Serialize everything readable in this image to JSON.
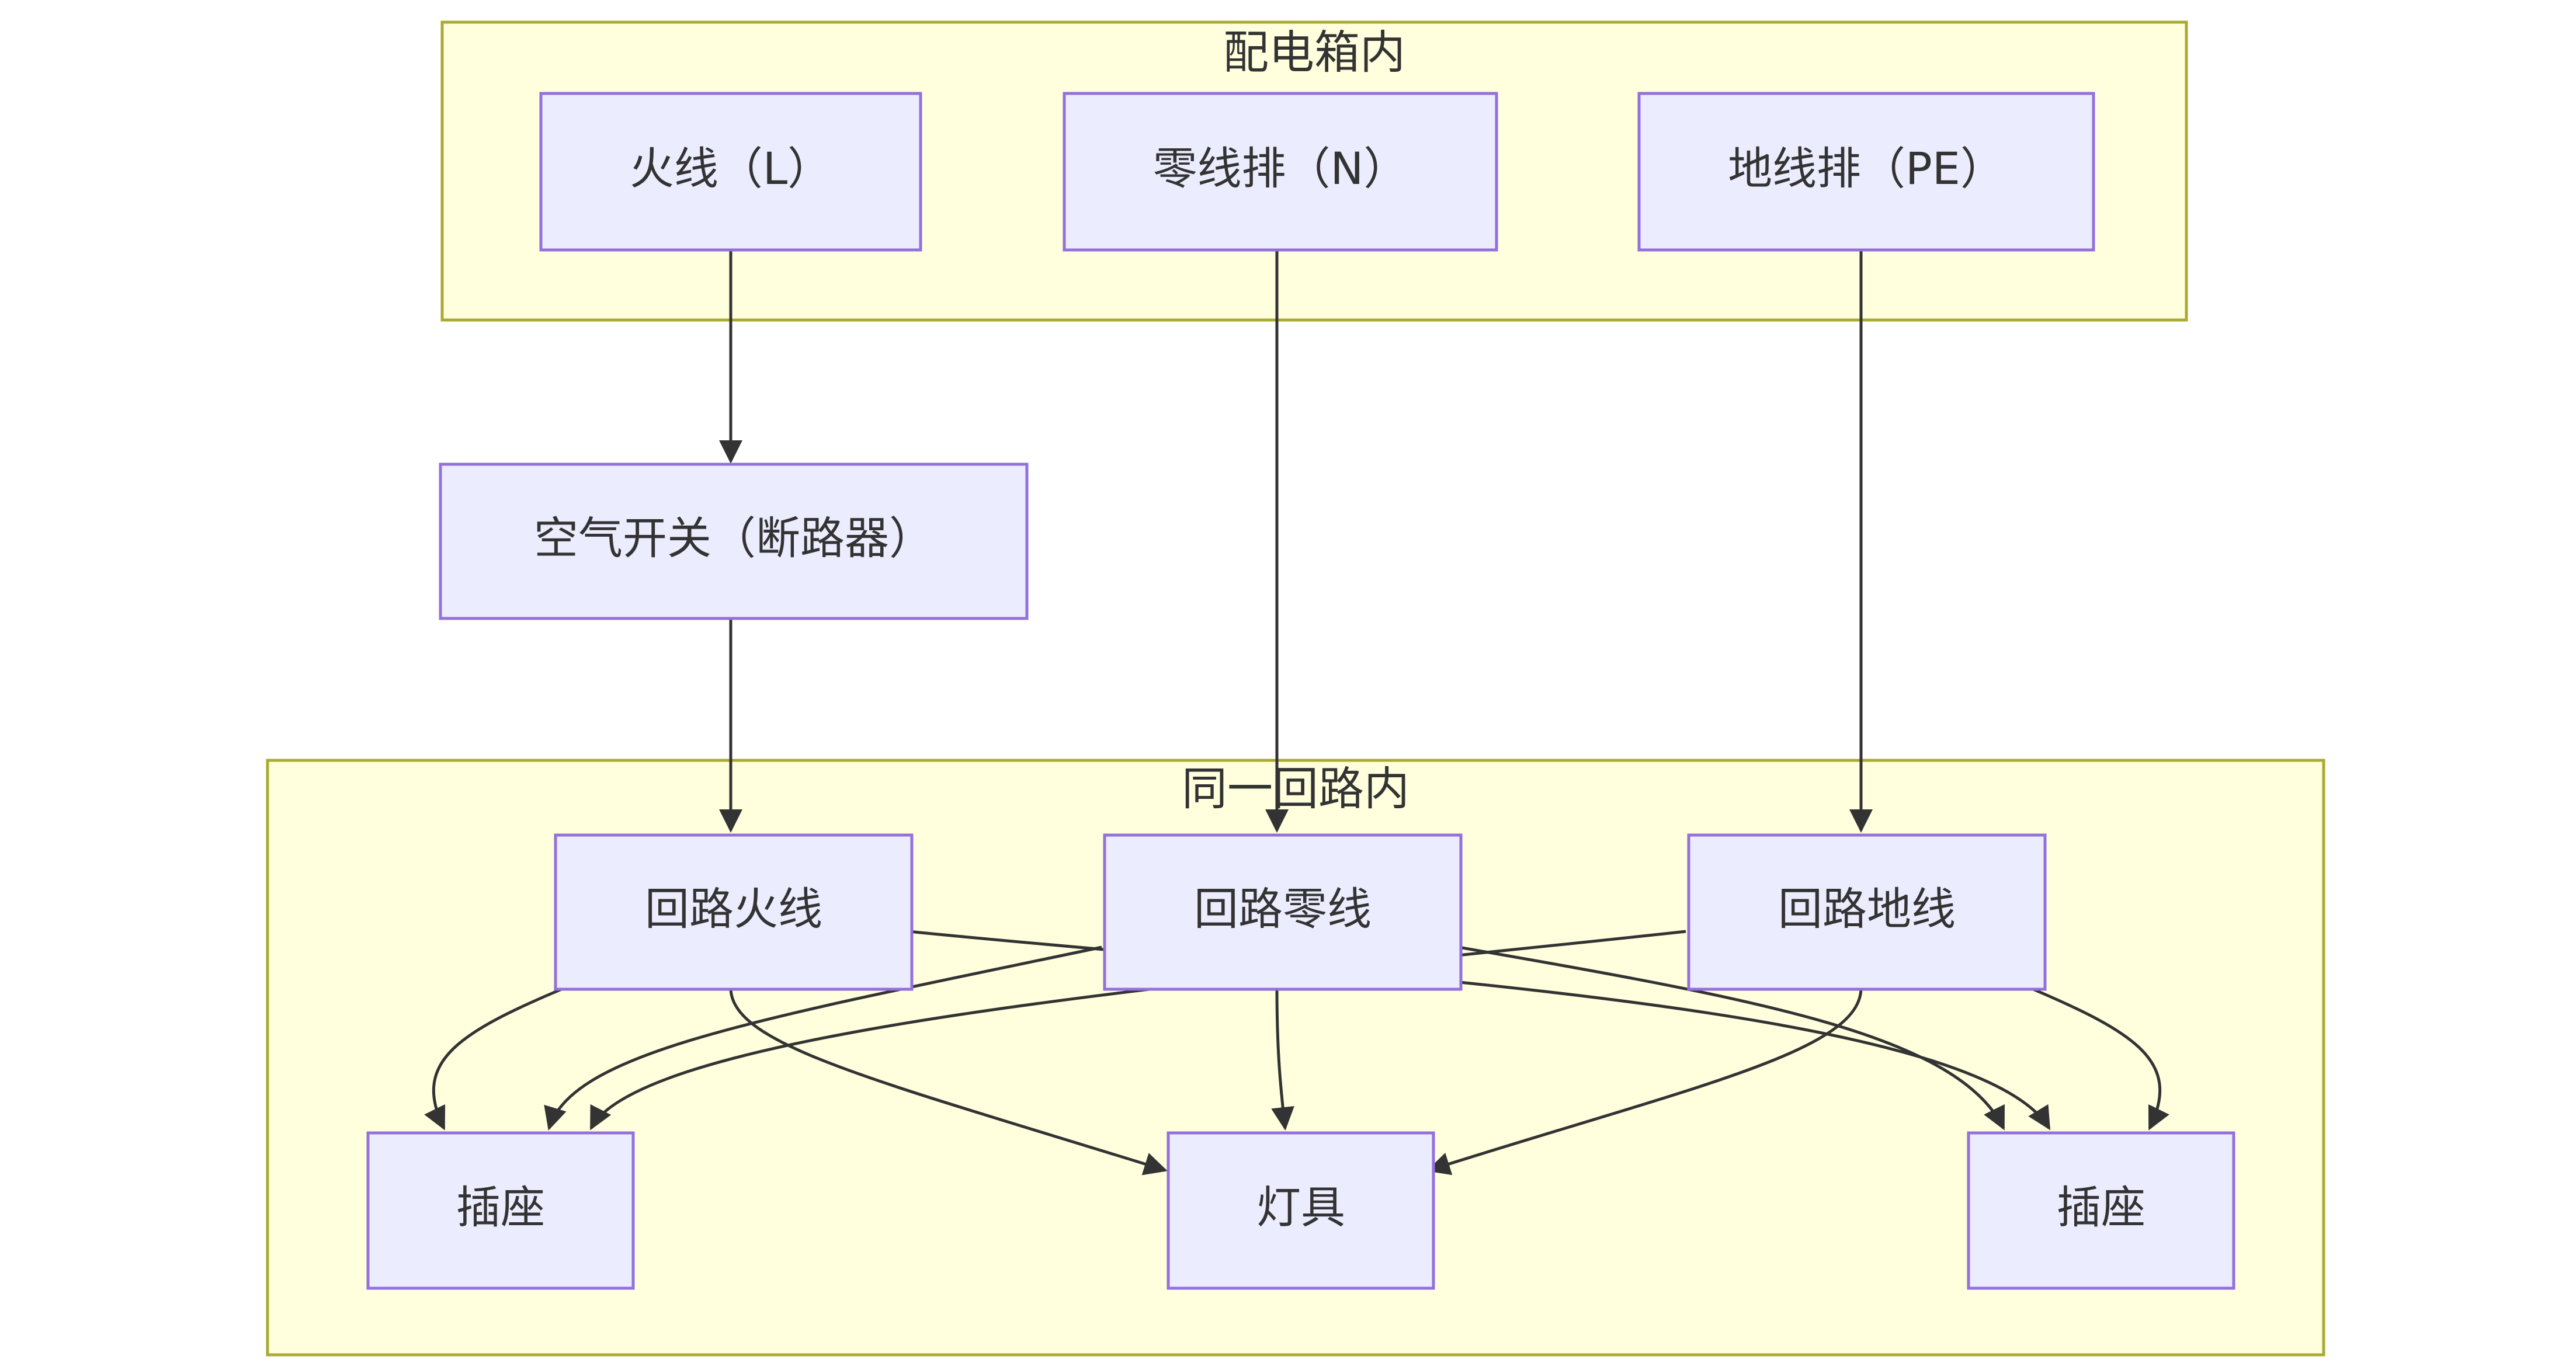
{
  "clusters": {
    "distribution_box": {
      "label": "配电箱内"
    },
    "same_circuit": {
      "label": "同一回路内"
    }
  },
  "nodes": {
    "live": {
      "label": "火线（L）"
    },
    "neutral_bar": {
      "label": "零线排（N）"
    },
    "ground_bar": {
      "label": "地线排（PE）"
    },
    "breaker": {
      "label": "空气开关（断路器）"
    },
    "circuit_live": {
      "label": "回路火线"
    },
    "circuit_neutral": {
      "label": "回路零线"
    },
    "circuit_ground": {
      "label": "回路地线"
    },
    "socket_left": {
      "label": "插座"
    },
    "lamp": {
      "label": "灯具"
    },
    "socket_right": {
      "label": "插座"
    }
  },
  "edges": [
    {
      "from": "live",
      "to": "breaker"
    },
    {
      "from": "breaker",
      "to": "circuit_live"
    },
    {
      "from": "neutral_bar",
      "to": "circuit_neutral"
    },
    {
      "from": "ground_bar",
      "to": "circuit_ground"
    },
    {
      "from": "circuit_live",
      "to": "socket_left"
    },
    {
      "from": "circuit_live",
      "to": "lamp"
    },
    {
      "from": "circuit_live",
      "to": "socket_right"
    },
    {
      "from": "circuit_neutral",
      "to": "socket_left"
    },
    {
      "from": "circuit_neutral",
      "to": "lamp"
    },
    {
      "from": "circuit_neutral",
      "to": "socket_right"
    },
    {
      "from": "circuit_ground",
      "to": "socket_left"
    },
    {
      "from": "circuit_ground",
      "to": "lamp"
    },
    {
      "from": "circuit_ground",
      "to": "socket_right"
    }
  ],
  "colors": {
    "cluster_fill": "#ffffde",
    "cluster_stroke": "#aaaa33",
    "node_fill": "#ececff",
    "node_stroke": "#9370db",
    "edge": "#333333",
    "text": "#333333"
  }
}
